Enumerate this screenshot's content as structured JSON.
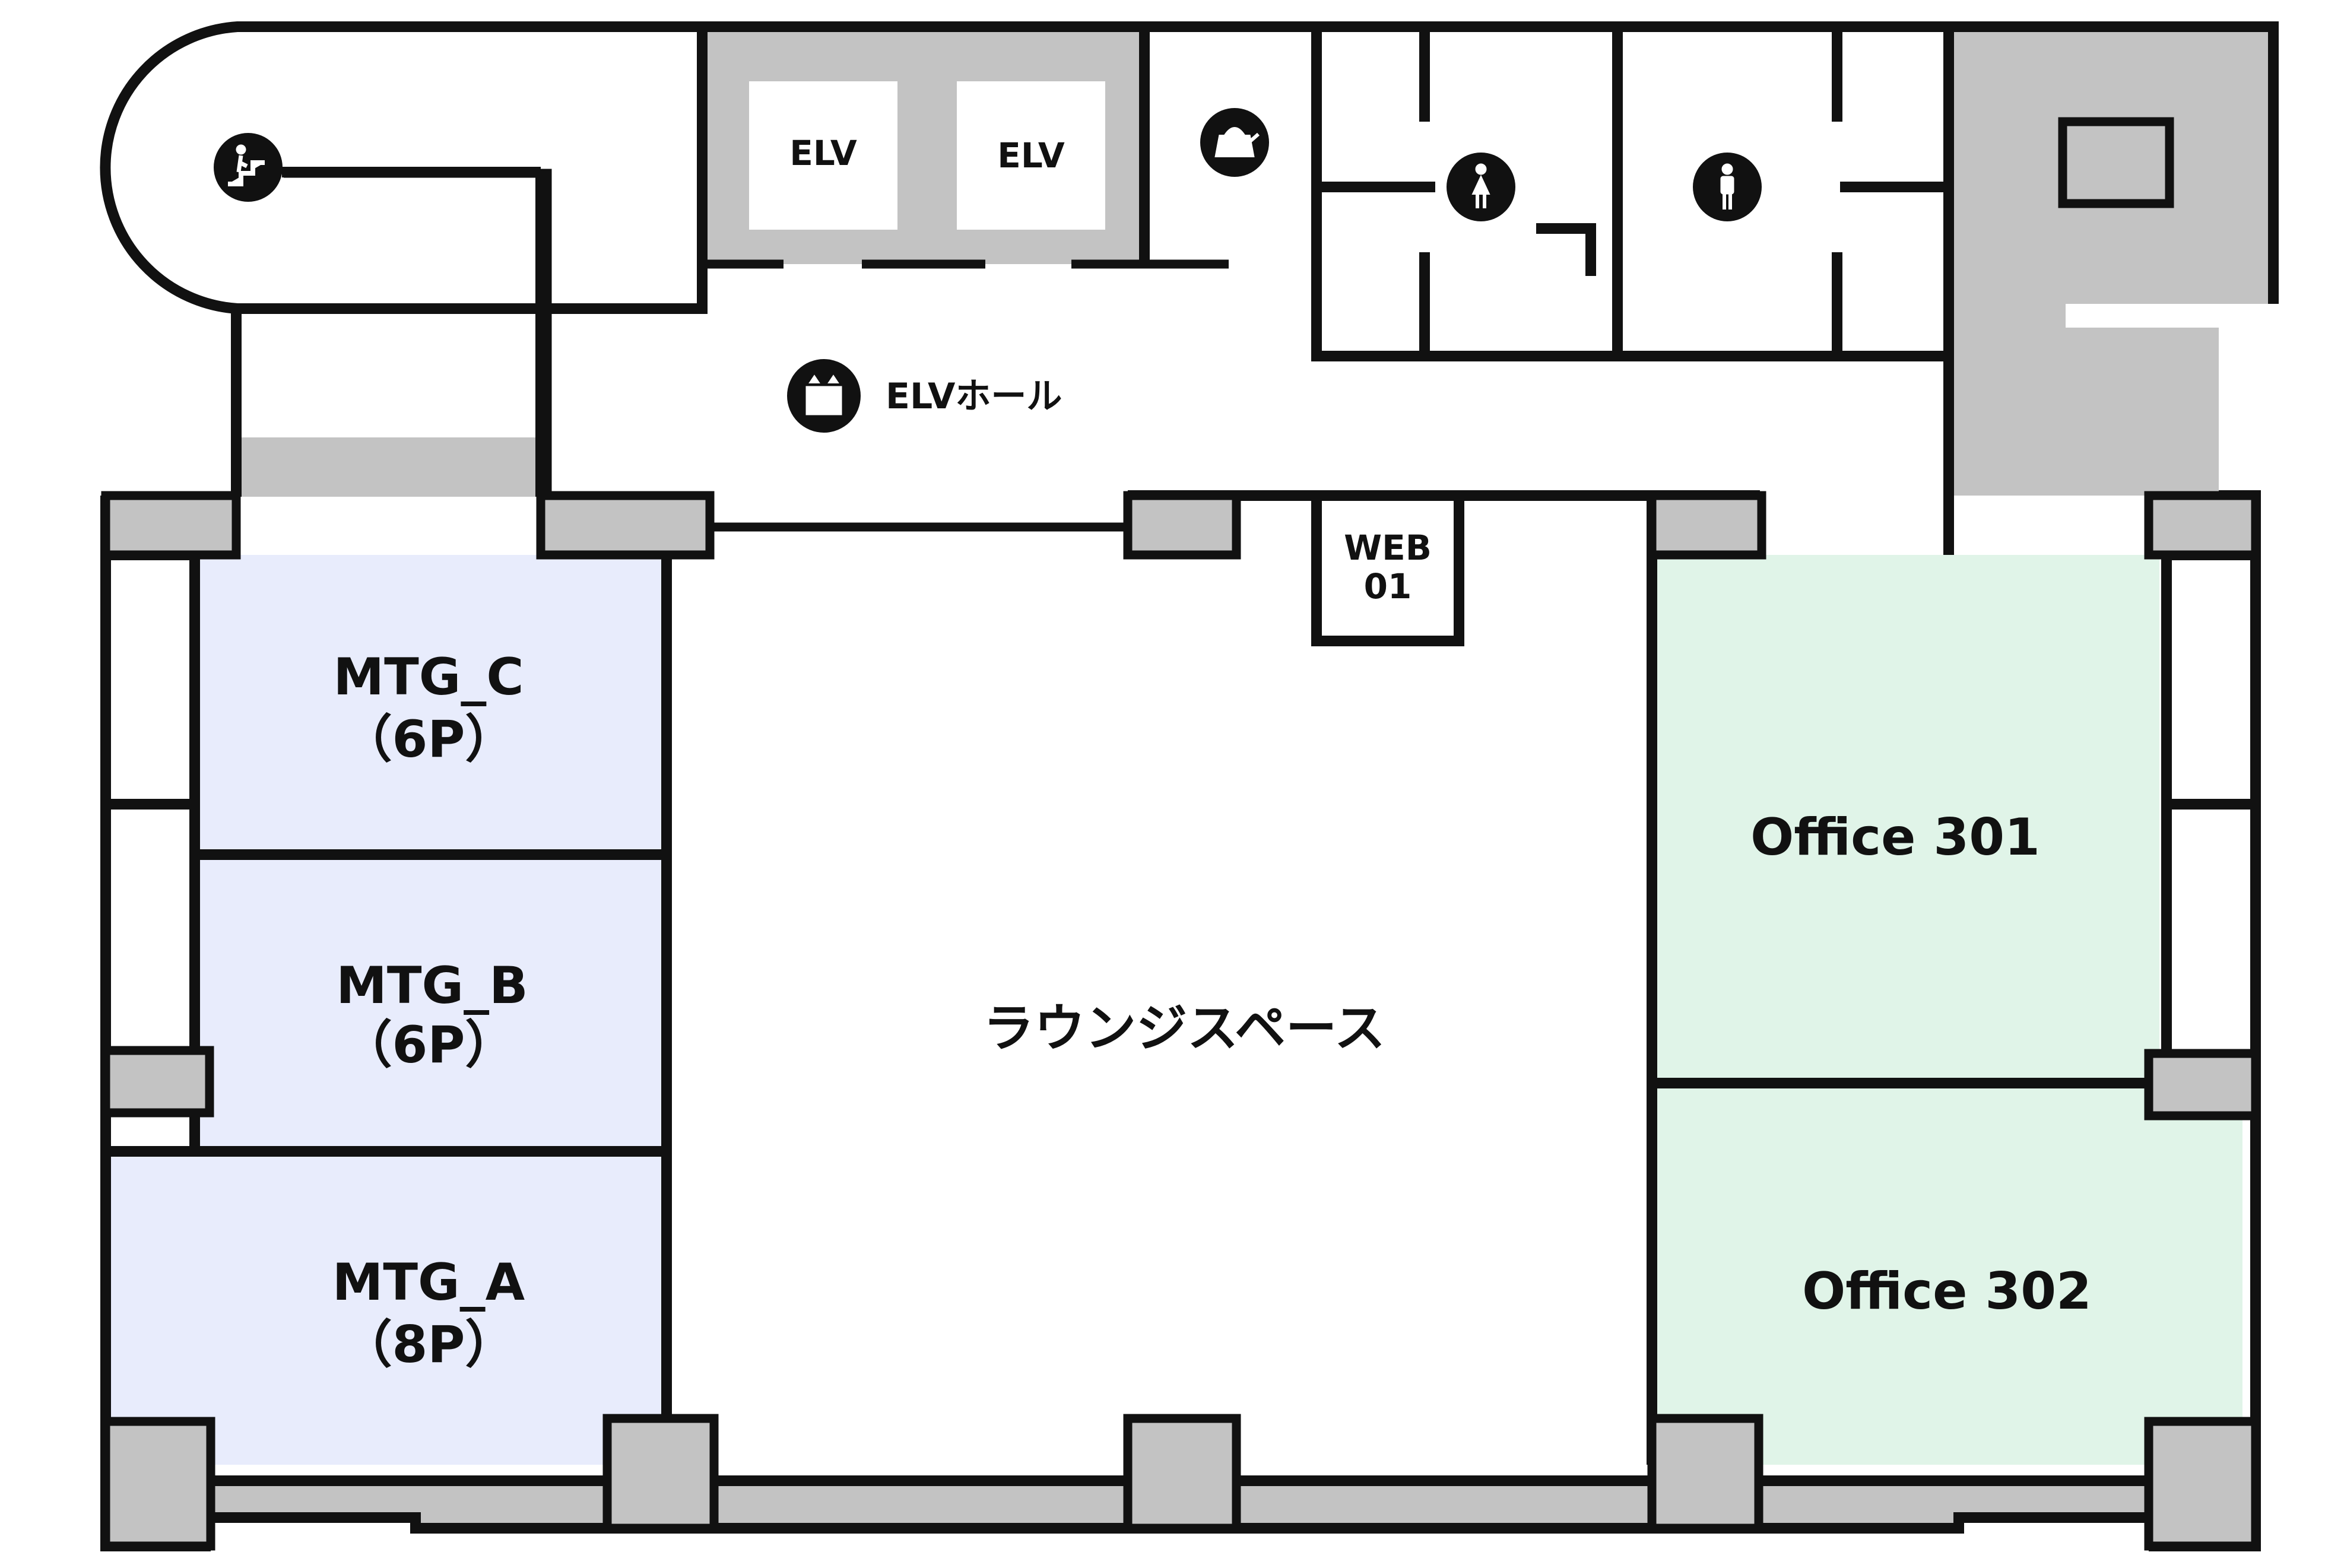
{
  "rooms": {
    "mtg_c": {
      "name": "MTG_C",
      "capacity": "（6P）"
    },
    "mtg_b": {
      "name": "MTG_B",
      "capacity": "（6P）"
    },
    "mtg_a": {
      "name": "MTG_A",
      "capacity": "（8P）"
    },
    "lounge": {
      "name": "ラウンジスペース"
    },
    "office_301": {
      "name": "Office 301"
    },
    "office_302": {
      "name": "Office 302"
    },
    "web_booth": {
      "line1": "WEB",
      "line2": "01"
    },
    "elevator_1": {
      "name": "ELV"
    },
    "elevator_2": {
      "name": "ELV"
    },
    "elevator_hall": {
      "name": "ELVホール"
    }
  },
  "icons": {
    "stairs": "stairs-icon",
    "kettle": "kettle-icon",
    "female_restroom": "female-restroom-icon",
    "male_restroom": "male-restroom-icon",
    "elevator": "elevator-icon"
  },
  "colors": {
    "meeting_room_fill": "#e8ecfc",
    "office_fill": "#e0f4e8",
    "structure_gray": "#c3c3c3",
    "wall": "#111111"
  }
}
